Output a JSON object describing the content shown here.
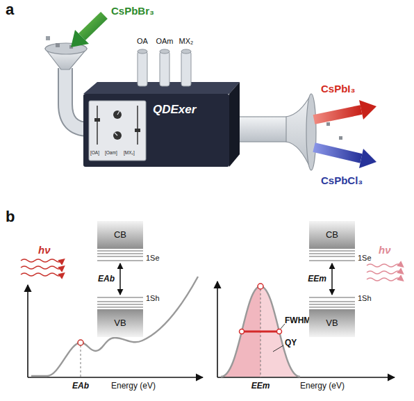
{
  "diagram": {
    "nodes": [
      {
        "text": [
          "QDExer",
          "[OA]",
          "[Oam]",
          "[MX₂]"
        ]
      },
      {
        "text": [
          "CB",
          "1Se"
        ]
      },
      {
        "text": [
          "1Sh",
          "VB"
        ]
      },
      {
        "text": [
          "CB",
          "1Se"
        ]
      },
      {
        "text": [
          "1Sh",
          "VB"
        ]
      }
    ],
    "edges": [
      {
        "from": 1,
        "to": 2,
        "arrow": "both",
        "label": "EAb"
      },
      {
        "from": 3,
        "to": 4,
        "arrow": "both",
        "label": "EEm"
      }
    ],
    "labels": [
      "a",
      "CsPbBr₃",
      "OA",
      "OAm",
      "MX₂",
      "CsPbI₃",
      "CsPbCl₃",
      "b",
      "hν",
      "EAb",
      "Energy (eV)",
      "FWHM",
      "QY",
      "EEm",
      "Energy (eV)",
      "hν"
    ]
  }
}
